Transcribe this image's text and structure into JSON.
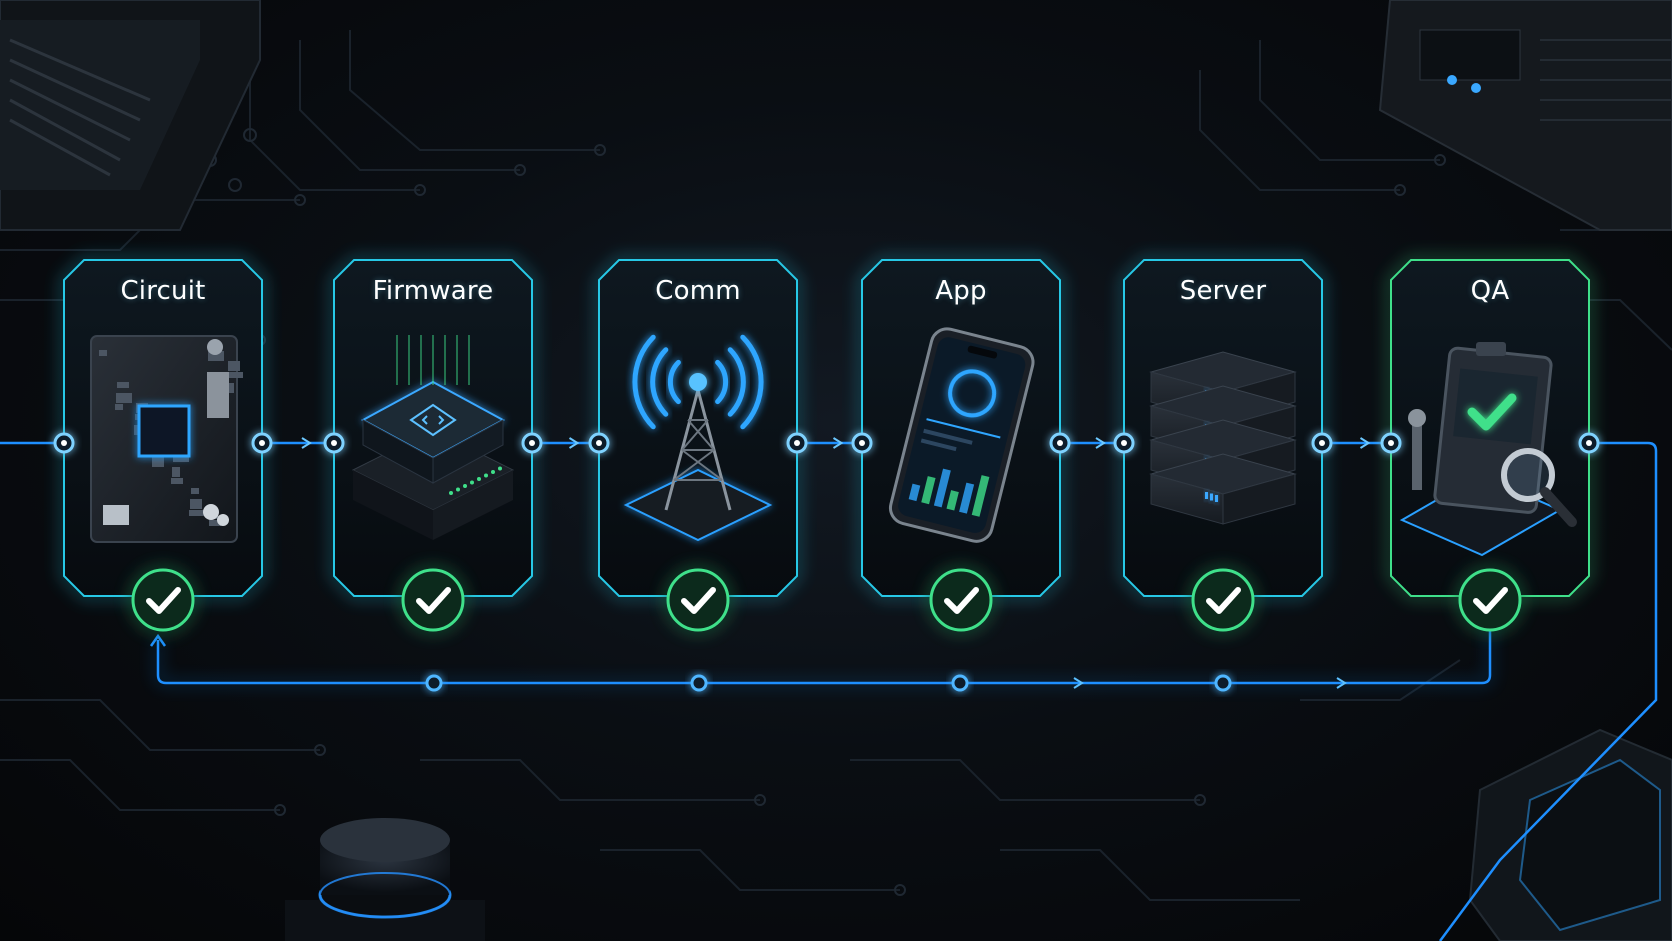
{
  "stages": [
    {
      "id": "circuit",
      "label": "Circuit",
      "icon": "circuit-board-icon",
      "status": "complete"
    },
    {
      "id": "firmware",
      "label": "Firmware",
      "icon": "processor-chip-icon",
      "status": "complete"
    },
    {
      "id": "comm",
      "label": "Comm",
      "icon": "antenna-tower-icon",
      "status": "complete"
    },
    {
      "id": "app",
      "label": "App",
      "icon": "smartphone-icon",
      "status": "complete"
    },
    {
      "id": "server",
      "label": "Server",
      "icon": "server-rack-icon",
      "status": "complete"
    },
    {
      "id": "qa",
      "label": "QA",
      "icon": "clipboard-magnifier-icon",
      "status": "complete"
    }
  ],
  "colors": {
    "card_border": "#27c8e6",
    "card_border_qa": "#3fe08a",
    "flow_line": "#1e8fff",
    "check": "#3fe08a",
    "check_fill": "#0c2a1c"
  }
}
